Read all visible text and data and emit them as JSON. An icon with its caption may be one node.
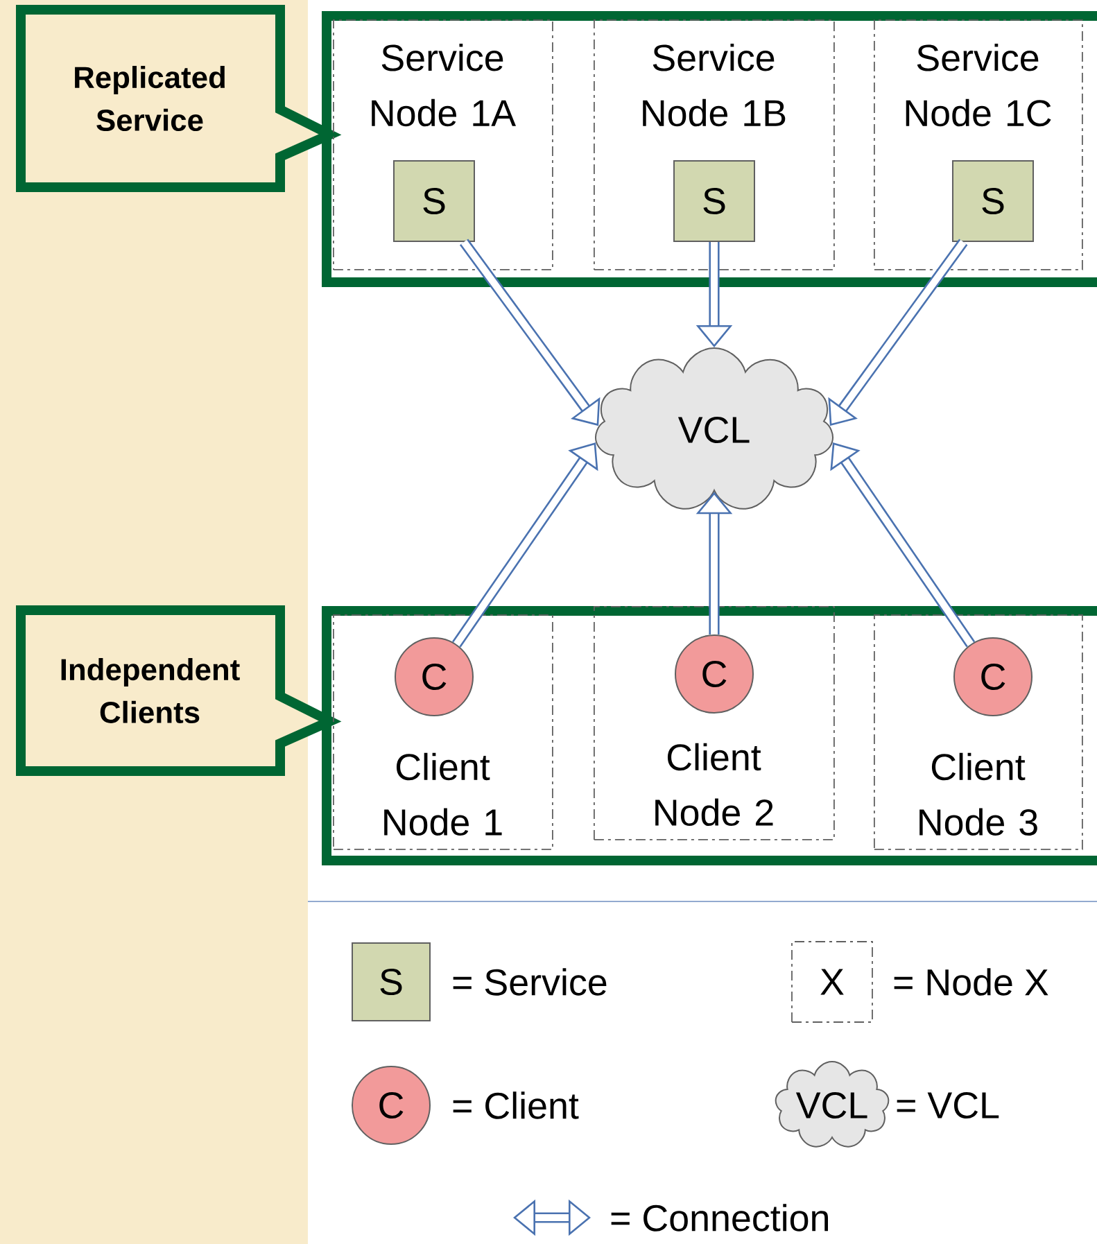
{
  "diagram": {
    "nodes": [
      {
        "text": [
          "Replicated Service"
        ]
      },
      {
        "text": [],
        "shape": "box"
      },
      {
        "text": [
          "Service Node 1A"
        ],
        "in": 1
      },
      {
        "text": [
          "S"
        ],
        "in": 2
      },
      {
        "text": [
          "Service Node 1B"
        ],
        "in": 1
      },
      {
        "text": [
          "S"
        ],
        "in": 4
      },
      {
        "text": [
          "Service Node 1C"
        ],
        "in": 1
      },
      {
        "text": [
          "S"
        ],
        "in": 6
      },
      {
        "text": [
          "VCL"
        ]
      },
      {
        "text": [
          "Independent Clients"
        ]
      },
      {
        "text": [],
        "shape": "box"
      },
      {
        "text": [
          "Client Node 1"
        ],
        "in": 10
      },
      {
        "text": [
          "C"
        ],
        "in": 11
      },
      {
        "text": [
          "Client Node 2"
        ],
        "in": 10
      },
      {
        "text": [
          "C"
        ],
        "in": 13
      },
      {
        "text": [
          "Client Node 3"
        ],
        "in": 10
      },
      {
        "text": [
          "C"
        ],
        "in": 15
      }
    ],
    "edges": [
      {
        "from": 3,
        "to": 8,
        "arrow": "to"
      },
      {
        "from": 5,
        "to": 8,
        "arrow": "to"
      },
      {
        "from": 7,
        "to": 8,
        "arrow": "to"
      },
      {
        "from": 12,
        "to": 8,
        "arrow": "to"
      },
      {
        "from": 14,
        "to": 8,
        "arrow": "to"
      },
      {
        "from": 16,
        "to": 8,
        "arrow": "to"
      }
    ],
    "labels": [
      "S",
      "X",
      "C",
      "VCL"
    ],
    "legend": [
      {
        "text": "= Service"
      },
      {
        "text": "= Node X"
      },
      {
        "text": "= Client"
      },
      {
        "text": "= VCL"
      },
      {
        "text": "= Connection"
      }
    ]
  }
}
